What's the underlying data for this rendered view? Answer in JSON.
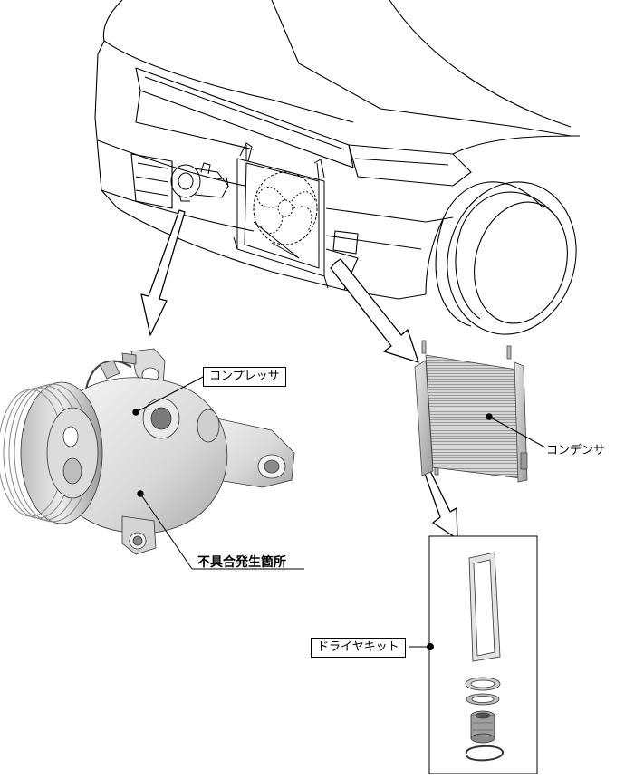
{
  "labels": {
    "compressor": "コンプレッサ",
    "defect_location": "不具合発生箇所",
    "condenser": "コンデンサ",
    "dryer_kit": "ドライヤキット"
  }
}
